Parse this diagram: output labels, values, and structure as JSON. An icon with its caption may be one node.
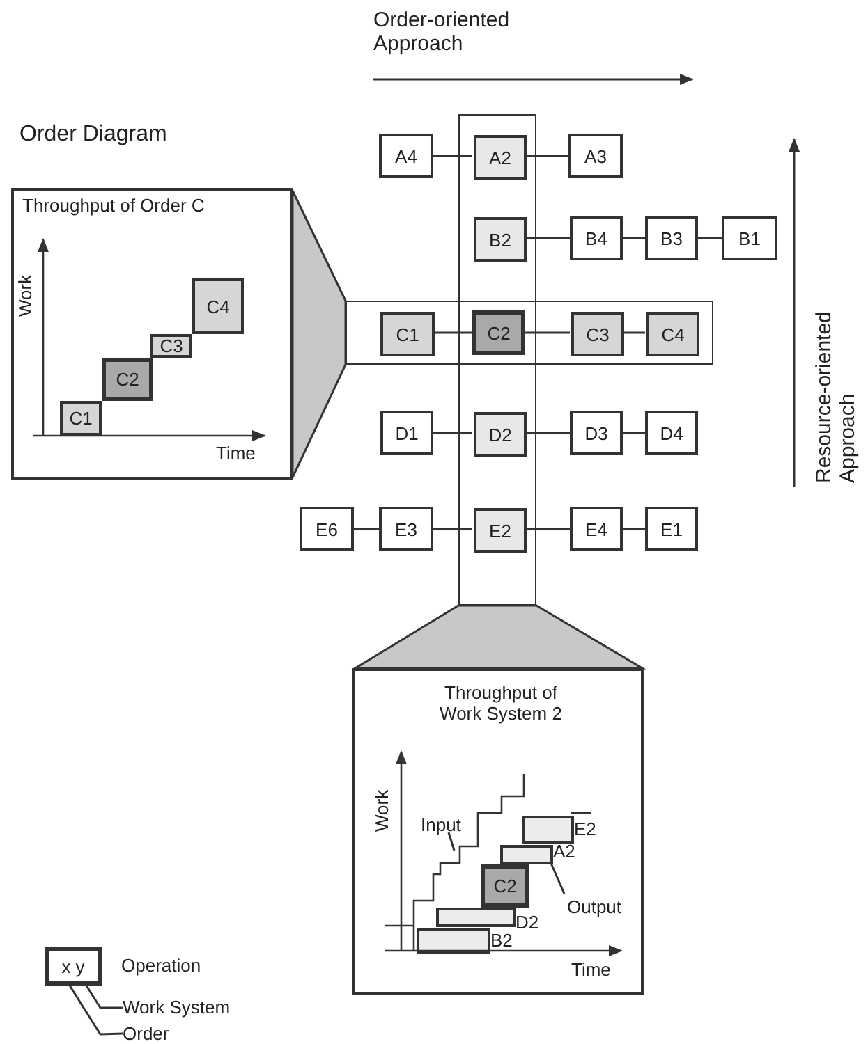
{
  "diagram": {
    "nodes": [
      {
        "text": [],
        "shape": "box"
      },
      {
        "text": [
          "A4"
        ]
      },
      {
        "text": [
          "A2"
        ],
        "in": 0
      },
      {
        "text": [
          "A3"
        ]
      },
      {
        "text": [
          "B2"
        ],
        "in": 0
      },
      {
        "text": [
          "B4"
        ]
      },
      {
        "text": [
          "B3"
        ]
      },
      {
        "text": [
          "B1"
        ]
      },
      {
        "text": [],
        "shape": "box"
      },
      {
        "text": [
          "C1"
        ],
        "in": 8
      },
      {
        "text": [
          "C2"
        ]
      },
      {
        "text": [
          "C3"
        ],
        "in": 8
      },
      {
        "text": [
          "C4"
        ],
        "in": 8
      },
      {
        "text": [
          "D1"
        ]
      },
      {
        "text": [
          "D2"
        ],
        "in": 0
      },
      {
        "text": [
          "D3"
        ]
      },
      {
        "text": [
          "D4"
        ]
      },
      {
        "text": [
          "E6"
        ]
      },
      {
        "text": [
          "E3"
        ]
      },
      {
        "text": [
          "E2"
        ],
        "in": 0
      },
      {
        "text": [
          "E4"
        ]
      },
      {
        "text": [
          "E1"
        ]
      },
      {
        "text": [
          "Order Diagram",
          "Throughput of Order C"
        ]
      },
      {
        "text": [
          "C1"
        ],
        "in": 22
      },
      {
        "text": [
          "C2"
        ],
        "in": 22
      },
      {
        "text": [
          "C3"
        ],
        "in": 22
      },
      {
        "text": [
          "C4"
        ],
        "in": 22
      },
      {
        "text": [
          "Throughput of Work System 2"
        ]
      },
      {
        "text": [],
        "shape": "bar",
        "beside": [
          "E2"
        ],
        "in": 27
      },
      {
        "text": [],
        "shape": "bar",
        "beside": [
          "A2"
        ],
        "in": 27
      },
      {
        "text": [
          "C2"
        ],
        "in": 27
      },
      {
        "text": [],
        "shape": "bar",
        "beside": [
          "D2"
        ],
        "in": 27
      },
      {
        "text": [],
        "shape": "bar",
        "beside": [
          "B2"
        ],
        "in": 27
      },
      {
        "text": [
          "Input"
        ],
        "in": 27
      },
      {
        "text": [
          "Output"
        ],
        "in": 27
      },
      {
        "text": [
          "x y"
        ],
        "beside": [
          "Operation"
        ]
      },
      {
        "text": [
          "Work System"
        ]
      },
      {
        "text": [
          "Order"
        ]
      }
    ],
    "edges": [
      {
        "from": 1,
        "to": 2,
        "arrow": "none"
      },
      {
        "from": 2,
        "to": 3,
        "arrow": "none"
      },
      {
        "from": 4,
        "to": 5,
        "arrow": "none"
      },
      {
        "from": 5,
        "to": 6,
        "arrow": "none"
      },
      {
        "from": 6,
        "to": 7,
        "arrow": "none"
      },
      {
        "from": 9,
        "to": 10,
        "arrow": "none"
      },
      {
        "from": 10,
        "to": 11,
        "arrow": "none"
      },
      {
        "from": 11,
        "to": 12,
        "arrow": "none"
      },
      {
        "from": 13,
        "to": 14,
        "arrow": "none"
      },
      {
        "from": 14,
        "to": 15,
        "arrow": "none"
      },
      {
        "from": 15,
        "to": 16,
        "arrow": "none"
      },
      {
        "from": 17,
        "to": 18,
        "arrow": "none"
      },
      {
        "from": 18,
        "to": 19,
        "arrow": "none"
      },
      {
        "from": 19,
        "to": 20,
        "arrow": "none"
      },
      {
        "from": 20,
        "to": 21,
        "arrow": "none"
      },
      {
        "from": 8,
        "to": 22,
        "arrow": "none"
      },
      {
        "from": 0,
        "to": 27,
        "arrow": "none"
      },
      {
        "from": 33,
        "to": null,
        "arrow": "none"
      },
      {
        "from": 34,
        "to": 29,
        "arrow": "none"
      },
      {
        "from": 36,
        "to": 35,
        "arrow": "none"
      },
      {
        "from": 37,
        "to": 35,
        "arrow": "none"
      }
    ],
    "labels": [
      "Order-oriented Approach",
      "Work",
      "Time",
      "Resource-oriented Approach",
      "Work",
      "Time"
    ]
  }
}
